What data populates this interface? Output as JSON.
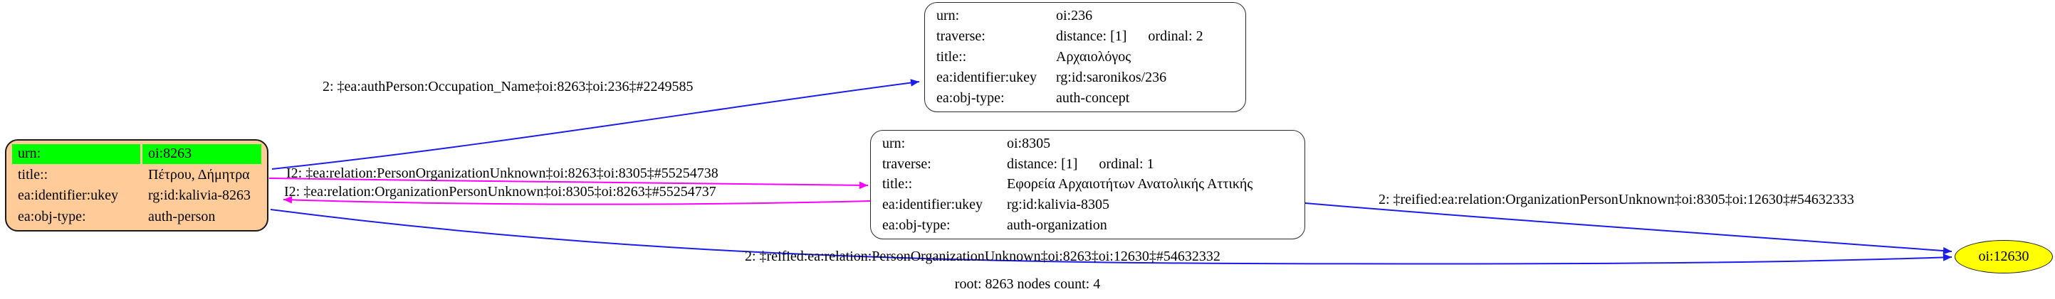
{
  "caption": "root: 8263 nodes count: 4",
  "colors": {
    "edge_blue": "#1b1bec",
    "edge_magenta": "#ff00ff",
    "person_fill": "#ffcc99",
    "highlight": "#00ff00",
    "leaf_fill": "#ffff00"
  },
  "nodes": {
    "person": {
      "rows": [
        {
          "k": "urn:",
          "v": "oi:8263"
        },
        {
          "k": "title::",
          "v": "Πέτρου, Δήμητρα"
        },
        {
          "k": "ea:identifier:ukey",
          "v": "rg:id:kalivia-8263"
        },
        {
          "k": "ea:obj-type:",
          "v": "auth-person"
        }
      ]
    },
    "concept": {
      "rows": [
        {
          "k": "urn:",
          "v": "oi:236"
        },
        {
          "k": "traverse:",
          "v": "distance: [1]",
          "v2": "ordinal: 2"
        },
        {
          "k": "title::",
          "v": "Αρχαιολόγος"
        },
        {
          "k": "ea:identifier:ukey",
          "v": "rg:id:saronikos/236"
        },
        {
          "k": "ea:obj-type:",
          "v": "auth-concept"
        }
      ]
    },
    "organization": {
      "rows": [
        {
          "k": "urn:",
          "v": "oi:8305"
        },
        {
          "k": "traverse:",
          "v": "distance: [1]",
          "v2": "ordinal: 1"
        },
        {
          "k": "title::",
          "v": "Εφορεία Αρχαιοτήτων Ανατολικής Αττικής"
        },
        {
          "k": "ea:identifier:ukey",
          "v": "rg:id:kalivia-8305"
        },
        {
          "k": "ea:obj-type:",
          "v": "auth-organization"
        }
      ]
    },
    "leaf": {
      "label": "oi:12630"
    }
  },
  "edges": {
    "occupation": {
      "label": "2: ‡ea:authPerson:Occupation_Name‡oi:8263‡oi:236‡#2249585"
    },
    "person_org": {
      "label": "I2: ‡ea:relation:PersonOrganizationUnknown‡oi:8263‡oi:8305‡#55254738"
    },
    "org_person": {
      "label": "I2: ‡ea:relation:OrganizationPersonUnknown‡oi:8305‡oi:8263‡#55254737"
    },
    "reified_org_person": {
      "label": "2: ‡reified:ea:relation:OrganizationPersonUnknown‡oi:8305‡oi:12630‡#54632333"
    },
    "reified_person_org": {
      "label": "2: ‡reified:ea:relation:PersonOrganizationUnknown‡oi:8263‡oi:12630‡#54632332"
    }
  }
}
